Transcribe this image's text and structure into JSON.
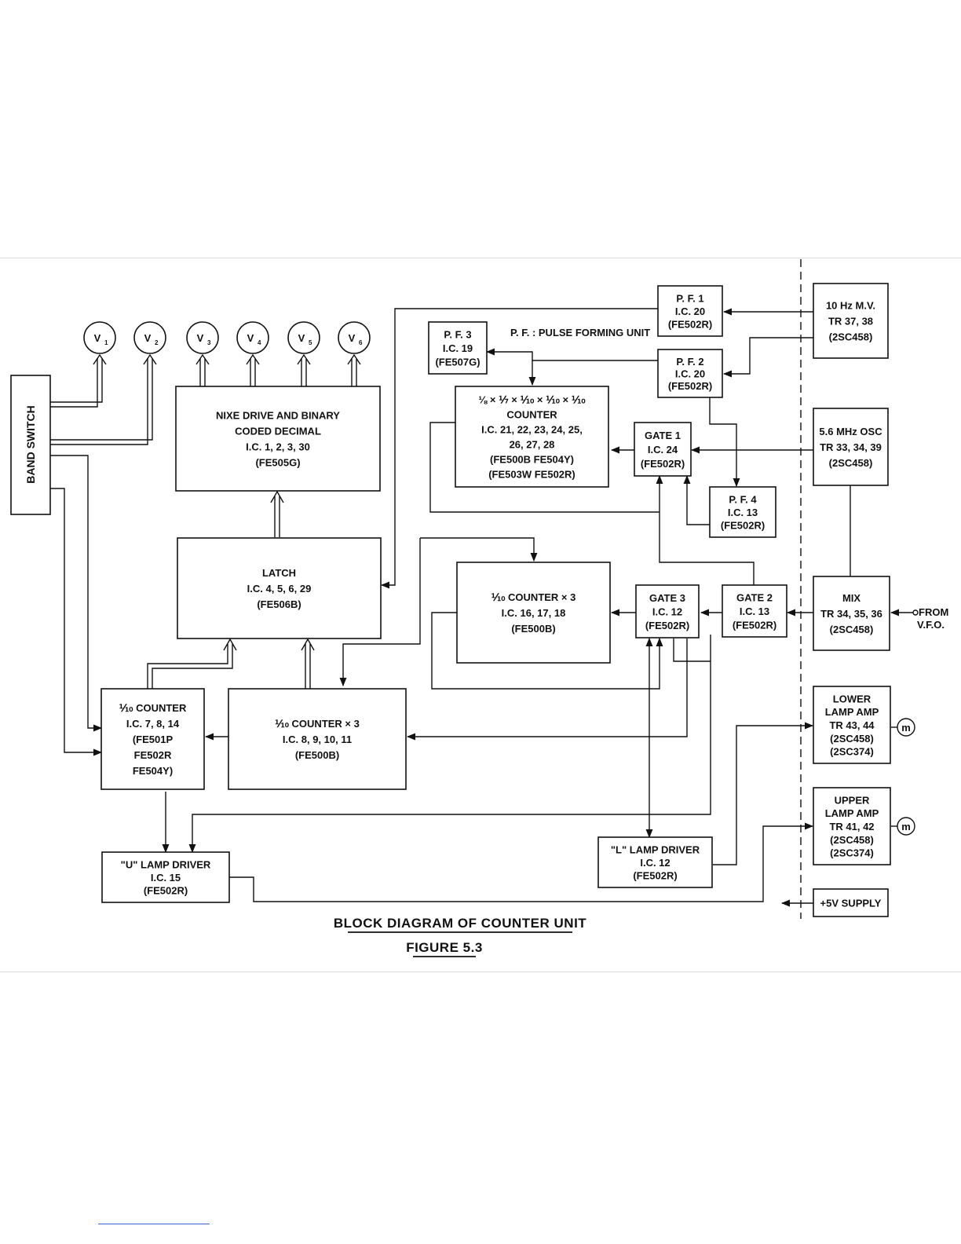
{
  "caption": {
    "title": "BLOCK DIAGRAM OF COUNTER UNIT",
    "figure": "FIGURE 5.3"
  },
  "legend": "P. F. : PULSE FORMING UNIT",
  "nixie_tubes": [
    "V",
    "V",
    "V",
    "V",
    "V",
    "V"
  ],
  "nixie_subscripts": [
    "1",
    "2",
    "3",
    "4",
    "5",
    "6"
  ],
  "blocks": {
    "band_switch": [
      "BAND SWITCH"
    ],
    "nixie_drive": [
      "NIXE DRIVE AND BINARY",
      "CODED DECIMAL",
      "I.C. 1, 2, 3, 30",
      "(FE505G)"
    ],
    "latch": [
      "LATCH",
      "I.C. 4, 5, 6, 29",
      "(FE506B)"
    ],
    "pf3": [
      "P. F. 3",
      "I.C. 19",
      "(FE507G)"
    ],
    "pf1": [
      "P. F. 1",
      "I.C. 20",
      "(FE502R)"
    ],
    "pf2": [
      "P. F. 2",
      "I.C. 20",
      "(FE502R)"
    ],
    "pf4": [
      "P. F. 4",
      "I.C. 13",
      "(FE502R)"
    ],
    "main_counter": [
      "⅛ × ⅐ × ⅒ × ⅒ × ⅒",
      "COUNTER",
      "I.C. 21, 22, 23, 24, 25,",
      "26, 27, 28",
      "(FE500B    FE504Y)",
      "(FE503W    FE502R)"
    ],
    "gate1": [
      "GATE 1",
      "I.C. 24",
      "(FE502R)"
    ],
    "gate2": [
      "GATE 2",
      "I.C. 13",
      "(FE502R)"
    ],
    "gate3": [
      "GATE 3",
      "I.C. 12",
      "(FE502R)"
    ],
    "counter_x3_top": [
      "⅒ COUNTER × 3",
      "I.C. 16, 17, 18",
      "(FE500B)"
    ],
    "counter_x3_bottom": [
      "⅒ COUNTER × 3",
      "I.C. 8, 9, 10, 11",
      "(FE500B)"
    ],
    "counter_left": [
      "⅒ COUNTER",
      "I.C. 7, 8, 14",
      "(FE501P",
      "FE502R",
      "FE504Y)"
    ],
    "u_lamp_driver": [
      "\"U\" LAMP DRIVER",
      "I.C. 15",
      "(FE502R)"
    ],
    "l_lamp_driver": [
      "\"L\" LAMP DRIVER",
      "I.C. 12",
      "(FE502R)"
    ],
    "osc_10hz": [
      "10 Hz M.V.",
      "TR 37, 38",
      "(2SC458)"
    ],
    "osc_56mhz": [
      "5.6 MHz OSC",
      "TR 33, 34, 39",
      "(2SC458)"
    ],
    "mix": [
      "MIX",
      "TR 34, 35, 36",
      "(2SC458)"
    ],
    "lower_lamp_amp": [
      "LOWER",
      "LAMP AMP",
      "TR 43, 44",
      "(2SC458)",
      "(2SC374)"
    ],
    "upper_lamp_amp": [
      "UPPER",
      "LAMP AMP",
      "TR 41, 42",
      "(2SC458)",
      "(2SC374)"
    ],
    "supply": [
      "+5V SUPPLY"
    ]
  },
  "from_vfo": [
    "FROM",
    "V.F.O."
  ],
  "meter_symbol": "m"
}
